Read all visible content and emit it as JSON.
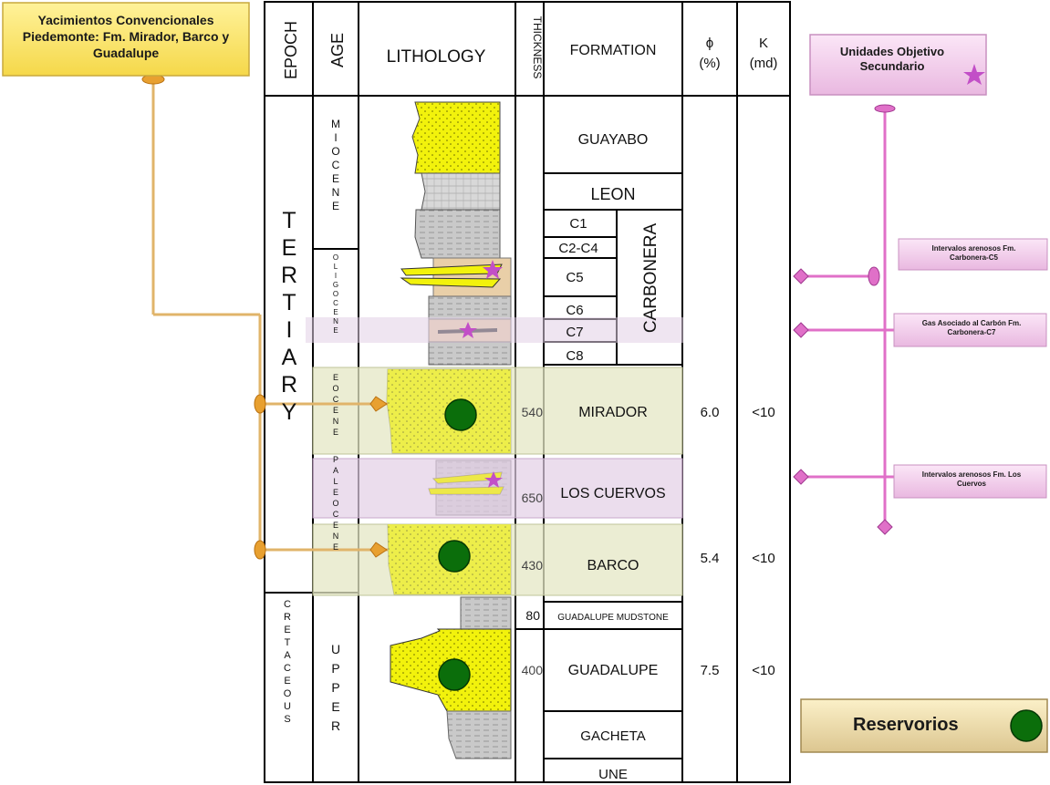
{
  "callouts": {
    "left_title": "Yacimientos Convencionales Piedemonte: Fm. Mirador, Barco y Guadalupe",
    "right_title": "Unidades Objetivo Secundario",
    "carbonera_c5": "Intervalos arenosos Fm. Carbonera-C5",
    "carbonera_c7": "Gas Asociado al Carbón Fm. Carbonera-C7",
    "los_cuervos": "Intervalos arenosos Fm. Los Cuervos",
    "legend_reservoir": "Reservorios"
  },
  "headers": {
    "epoch": "EPOCH",
    "age": "AGE",
    "lithology": "LITHOLOGY",
    "thickness": "THICKNESS",
    "formation": "FORMATION",
    "phi": "ϕ",
    "phi_unit": "(%)",
    "k": "K",
    "k_unit": "(md)"
  },
  "epochs": {
    "tertiary": "TERTIARY",
    "cretaceous": "CRETACEOUS"
  },
  "ages": {
    "miocene": "MIOCENE",
    "oligocene": "OLIGOCENE",
    "eocene": "EOCENE",
    "paleocene": "PALEOCENE",
    "upper": "UPPER"
  },
  "formations": {
    "guayabo": "GUAYABO",
    "leon": "LEON",
    "carbonera": "CARBONERA",
    "c1": "C1",
    "c2c4": "C2-C4",
    "c5": "C5",
    "c6": "C6",
    "c7": "C7",
    "c8": "C8",
    "mirador": "MIRADOR",
    "los_cuervos": "LOS CUERVOS",
    "barco": "BARCO",
    "guadalupe_mudstone": "GUADALUPE MUDSTONE",
    "guadalupe": "GUADALUPE",
    "gacheta": "GACHETA",
    "une": "UNE"
  },
  "thickness": {
    "mirador": "540",
    "los_cuervos": "650",
    "barco": "430",
    "guadalupe_mudstone": "80",
    "guadalupe": "400"
  },
  "porosity": {
    "mirador": "6.0",
    "barco": "5.4",
    "guadalupe": "7.5"
  },
  "permeability": {
    "mirador": "<10",
    "barco": "<10",
    "guadalupe": "<10"
  },
  "colors": {
    "sand_yellow": "#f2f20c",
    "shale_grey": "#c8c8c8",
    "tan": "#e9cfa8",
    "reservoir_band": "#e4e7c4",
    "secondary_band": "#e2cfe6",
    "pink": "#e070c8",
    "orange": "#e0a040",
    "reservoir_dot": "#0b6e0b"
  }
}
